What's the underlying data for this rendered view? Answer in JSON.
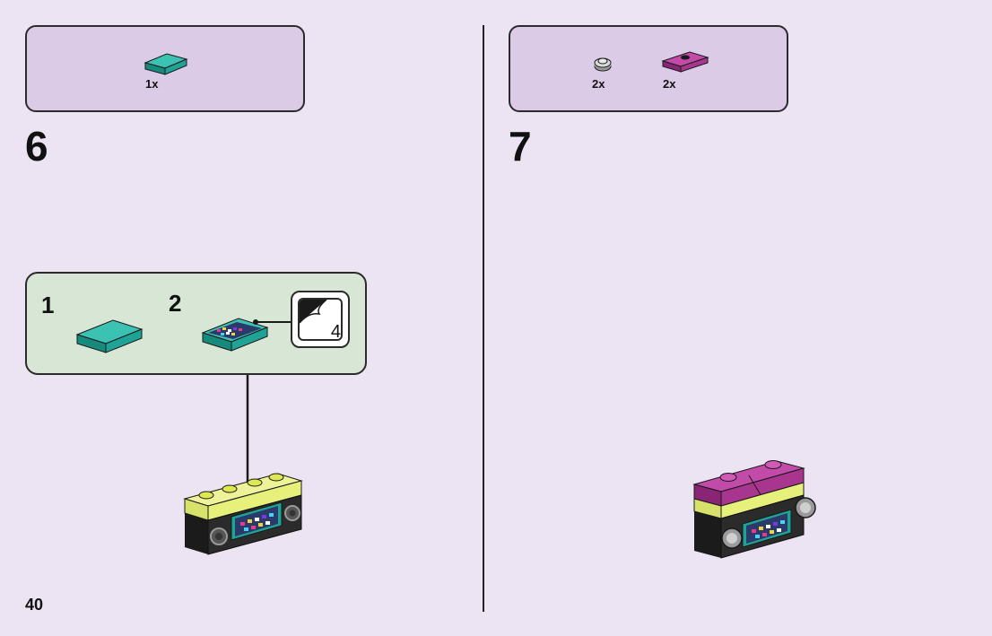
{
  "page_number": "40",
  "steps": [
    {
      "number": "6",
      "parts": [
        {
          "piece": "teal-tile-1x2",
          "qty": "1x"
        }
      ],
      "substeps": [
        {
          "number": "1"
        },
        {
          "number": "2"
        }
      ],
      "sticker": {
        "number": "4"
      }
    },
    {
      "number": "7",
      "parts": [
        {
          "piece": "light-gray-round-plate-1x1",
          "qty": "2x"
        },
        {
          "piece": "magenta-jumper-plate-1x2",
          "qty": "2x"
        }
      ]
    }
  ],
  "colors": {
    "page_bg": "#ece4f2",
    "parts_box": "#dccbe6",
    "substep_box": "#d8e6d6",
    "teal": "#1fa396",
    "magenta": "#a8358e",
    "lime_trans": "#e6f07a"
  }
}
